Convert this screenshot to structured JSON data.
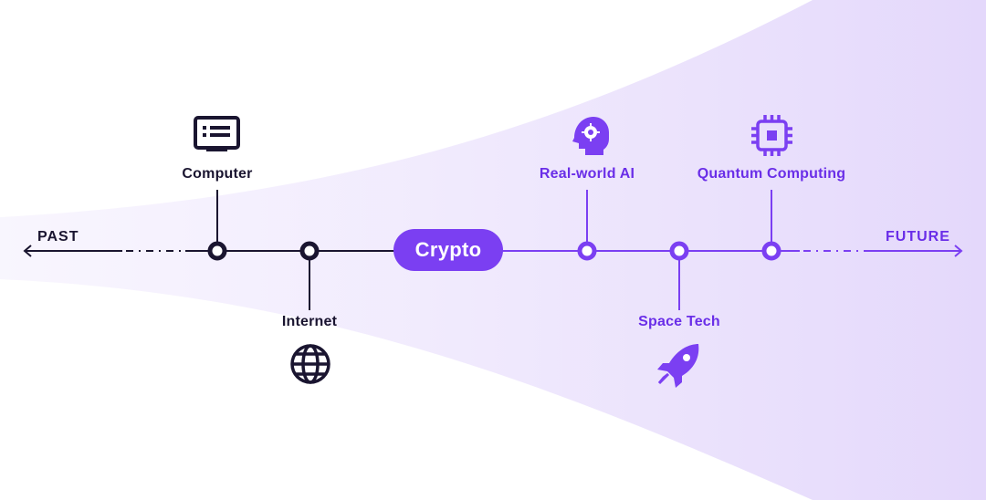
{
  "diagram": {
    "past_label": "PAST",
    "future_label": "FUTURE",
    "center_label": "Crypto",
    "milestones": [
      {
        "label": "Computer",
        "era": "past",
        "side": "above",
        "icon": "computer-icon"
      },
      {
        "label": "Internet",
        "era": "past",
        "side": "below",
        "icon": "globe-icon"
      },
      {
        "label": "Real-world AI",
        "era": "future",
        "side": "above",
        "icon": "ai-head-icon"
      },
      {
        "label": "Space Tech",
        "era": "future",
        "side": "below",
        "icon": "rocket-icon"
      },
      {
        "label": "Quantum Computing",
        "era": "future",
        "side": "above",
        "icon": "chip-icon"
      }
    ],
    "colors": {
      "past": "#1a1530",
      "future": "#6a2ee8",
      "accent": "#7b3ff2",
      "funnel": "#e6dcfb"
    }
  }
}
